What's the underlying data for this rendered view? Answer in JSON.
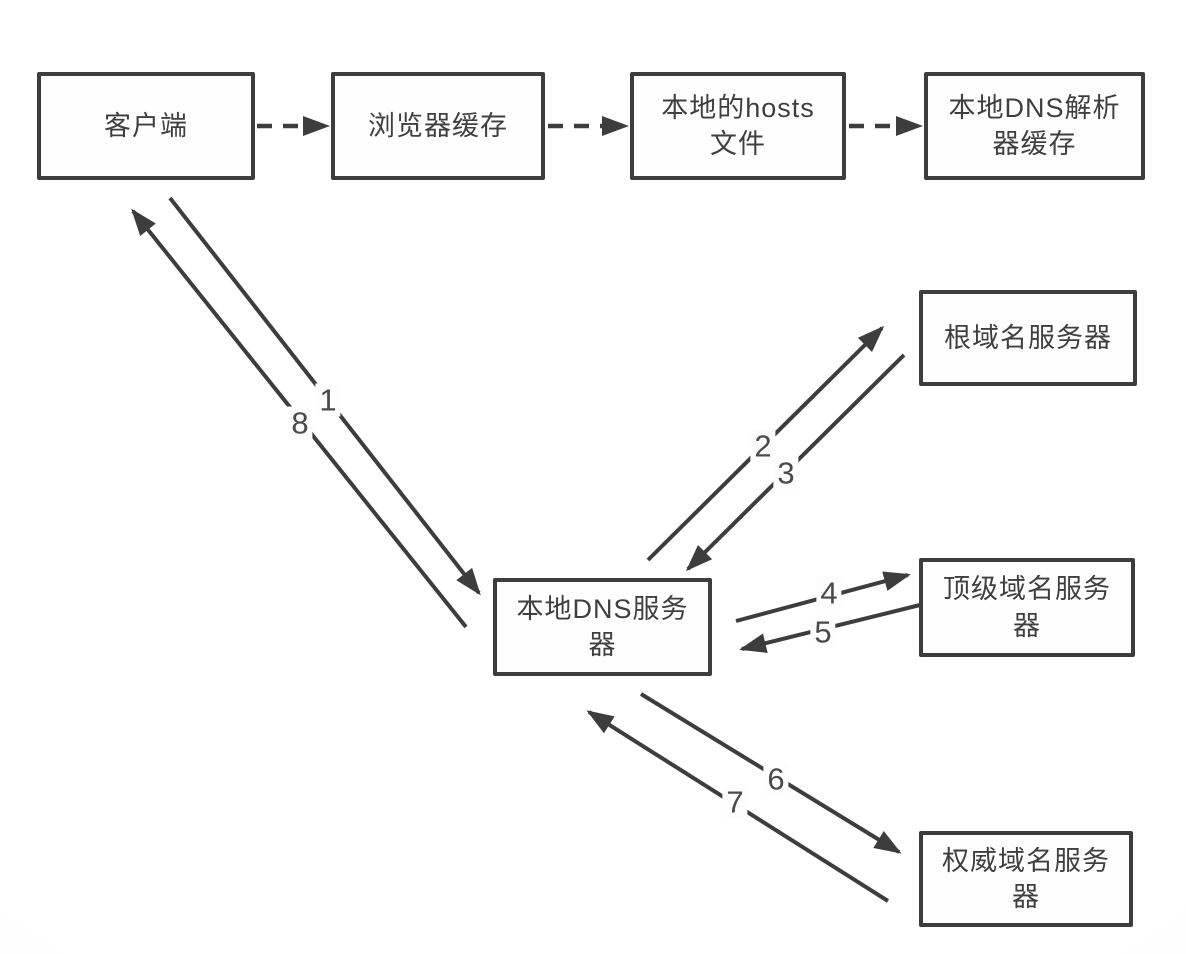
{
  "diagram": {
    "kind": "dns-resolution-flow"
  },
  "colors": {
    "stroke": "#3d3d3d",
    "node_border": "#3d3d3d",
    "node_background": "#fefefe",
    "text": "#3f3f3f",
    "edge_label": "#4a4a4a",
    "background": "#fdfdfd"
  },
  "nodes": {
    "client": {
      "label": "客户端"
    },
    "browser_cache": {
      "label": "浏览器缓存"
    },
    "hosts_file": {
      "label": "本地的hosts\n文件"
    },
    "resolver_cache": {
      "label": "本地DNS解析\n器缓存"
    },
    "local_dns": {
      "label": "本地DNS服务\n器"
    },
    "root_server": {
      "label": "根域名服务器"
    },
    "tld_server": {
      "label": "顶级域名服务\n器"
    },
    "auth_server": {
      "label": "权威域名服务\n器"
    }
  },
  "edges": {
    "step1": {
      "label": "1"
    },
    "step2": {
      "label": "2"
    },
    "step3": {
      "label": "3"
    },
    "step4": {
      "label": "4"
    },
    "step5": {
      "label": "5"
    },
    "step6": {
      "label": "6"
    },
    "step7": {
      "label": "7"
    },
    "step8": {
      "label": "8"
    }
  }
}
